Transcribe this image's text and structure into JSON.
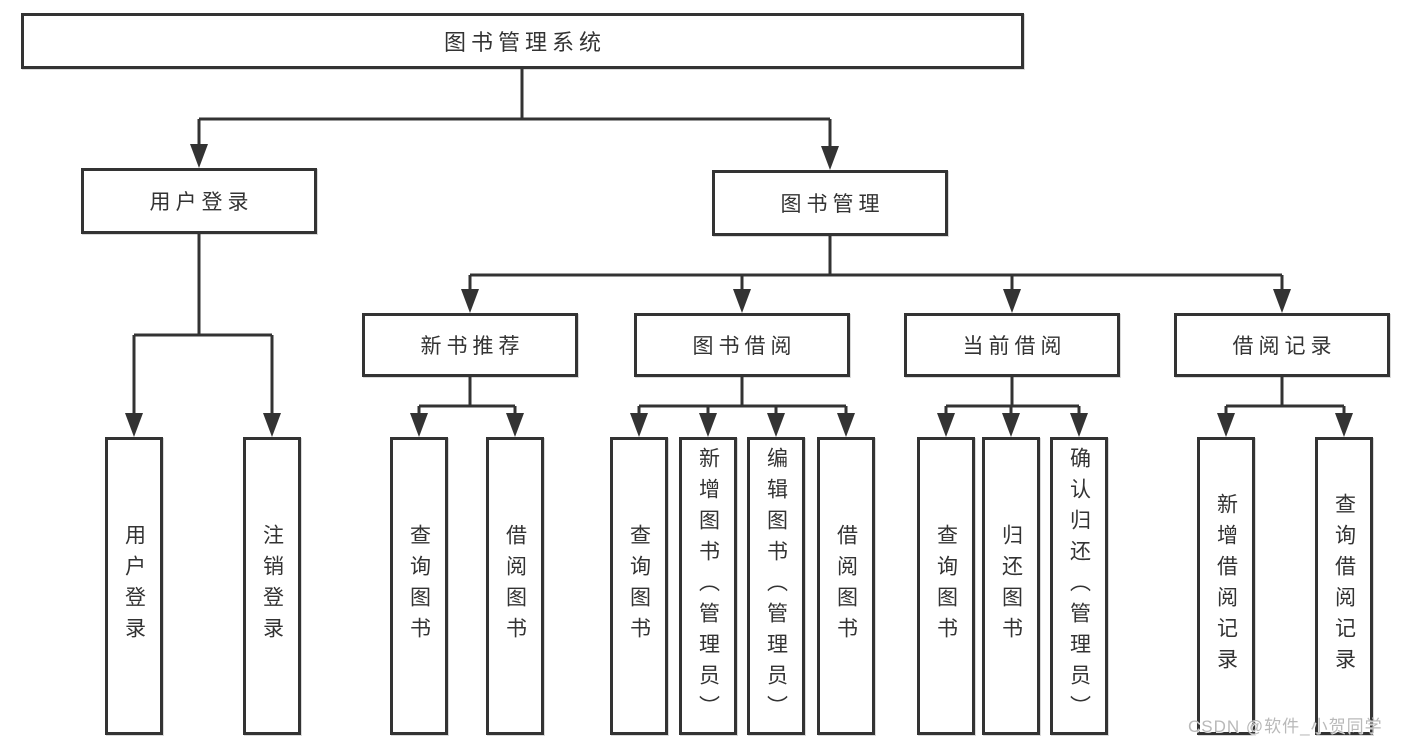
{
  "diagram": {
    "root": {
      "label": "图书管理系统"
    },
    "branches": [
      {
        "label": "用户登录",
        "children": [
          {
            "label": "用户登录"
          },
          {
            "label": "注销登录"
          }
        ]
      },
      {
        "label": "图书管理",
        "children": [
          {
            "label": "新书推荐",
            "children": [
              {
                "label": "查询图书"
              },
              {
                "label": "借阅图书"
              }
            ]
          },
          {
            "label": "图书借阅",
            "children": [
              {
                "label": "查询图书"
              },
              {
                "label": "新增图书（管理员）"
              },
              {
                "label": "编辑图书（管理员）"
              },
              {
                "label": "借阅图书"
              }
            ]
          },
          {
            "label": "当前借阅",
            "children": [
              {
                "label": "查询图书"
              },
              {
                "label": "归还图书"
              },
              {
                "label": "确认归还（管理员）"
              }
            ]
          },
          {
            "label": "借阅记录",
            "children": [
              {
                "label": "新增借阅记录"
              },
              {
                "label": "查询借阅记录"
              }
            ]
          }
        ]
      }
    ]
  },
  "watermark": {
    "text": "CSDN @软件_小贺同学"
  },
  "colors": {
    "line": "#333333",
    "text": "#333333",
    "box_background": "#ffffff",
    "page_background": "#ffffff",
    "watermark": "#b9b9b9"
  }
}
